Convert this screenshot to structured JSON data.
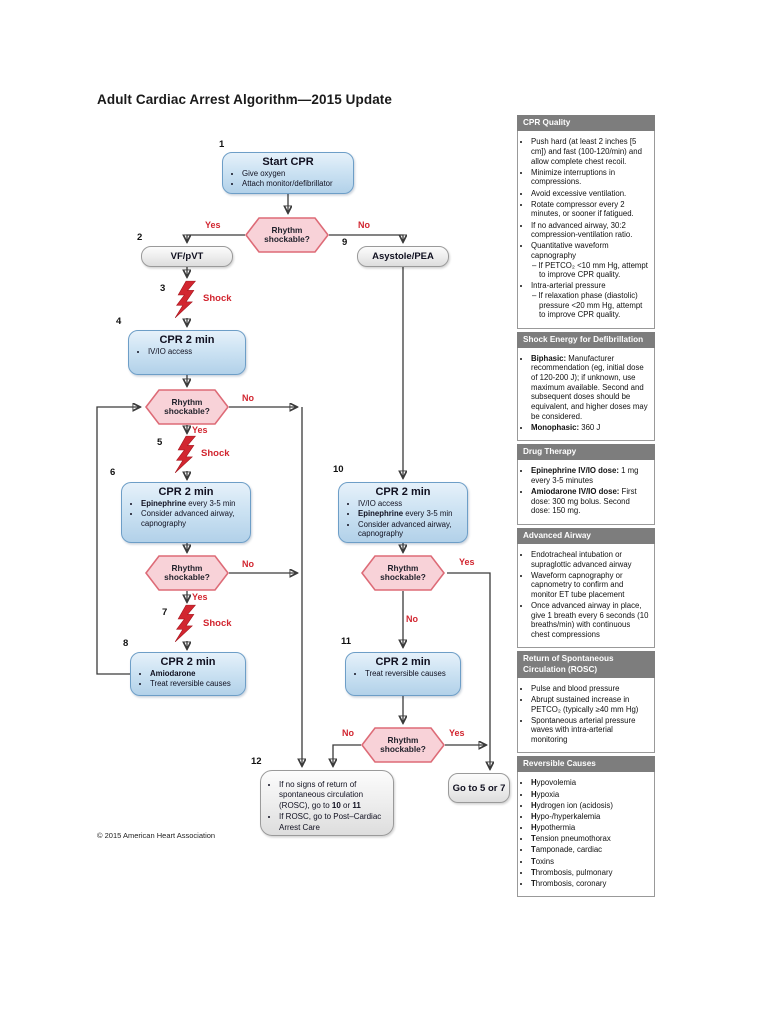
{
  "page": {
    "title": "Adult Cardiac Arrest Algorithm—2015 Update",
    "copyright": "© 2015 American Heart Association"
  },
  "labels": {
    "yes": "Yes",
    "no": "No",
    "shock": "Shock",
    "diamond": "Rhythm shockable?"
  },
  "nodes": {
    "start": {
      "num": "1",
      "title": "Start CPR",
      "bullets": [
        "Give oxygen",
        "Attach monitor/defibrillator"
      ]
    },
    "vfpvt": {
      "num": "2",
      "title": "VF/pVT"
    },
    "shock3": {
      "num": "3"
    },
    "cpr4": {
      "num": "4",
      "title": "CPR 2 min",
      "bullets": [
        "IV/IO access"
      ]
    },
    "shock5": {
      "num": "5"
    },
    "cpr6": {
      "num": "6",
      "title": "CPR 2 min",
      "bullets": [
        "**Epinephrine** every 3-5 min",
        "Consider advanced airway, capnography"
      ]
    },
    "shock7": {
      "num": "7"
    },
    "cpr8": {
      "num": "8",
      "title": "CPR 2 min",
      "bullets": [
        "**Amiodarone**",
        "Treat reversible causes"
      ]
    },
    "asystole": {
      "num": "9",
      "title": "Asystole/PEA"
    },
    "cpr10": {
      "num": "10",
      "title": "CPR 2 min",
      "bullets": [
        "IV/IO access",
        "**Epinephrine** every 3-5 min",
        "Consider advanced airway, capnography"
      ]
    },
    "cpr11": {
      "num": "11",
      "title": "CPR 2 min",
      "bullets": [
        "Treat reversible causes"
      ]
    },
    "outcome12": {
      "num": "12",
      "bullets": [
        "If no signs of return of spontaneous circulation (ROSC), go to **10** or **11**",
        "If ROSC, go to Post–Cardiac Arrest Care"
      ]
    },
    "goto57": {
      "title": "Go to 5 or 7"
    }
  },
  "sidebar": {
    "sections": [
      {
        "title": "CPR Quality",
        "items": [
          {
            "text": "Push hard (at least 2 inches [5 cm]) and fast (100-120/min) and allow complete chest recoil."
          },
          {
            "text": "Minimize interruptions in compressions."
          },
          {
            "text": "Avoid excessive ventilation."
          },
          {
            "text": "Rotate compressor every 2 minutes, or sooner if fatigued."
          },
          {
            "text": "If no advanced airway, 30:2 compression-ventilation ratio."
          },
          {
            "text": "Quantitative waveform capnography",
            "sub": [
              "If PETCO₂ <10 mm Hg, attempt to improve CPR quality."
            ]
          },
          {
            "text": "Intra-arterial pressure",
            "sub": [
              "If relaxation phase (diastolic) pressure <20 mm Hg, attempt to improve CPR quality."
            ]
          }
        ]
      },
      {
        "title": "Shock Energy for Defibrillation",
        "items": [
          {
            "text": "**Biphasic:** Manufacturer recommendation (eg, initial dose of 120-200 J); if unknown, use maximum available. Second and subsequent doses should be equivalent, and higher doses may be considered."
          },
          {
            "text": "**Monophasic:** 360 J"
          }
        ]
      },
      {
        "title": "Drug Therapy",
        "items": [
          {
            "text": "**Epinephrine IV/IO dose:** 1 mg every 3-5 minutes"
          },
          {
            "text": "**Amiodarone IV/IO dose:** First dose: 300 mg bolus. Second dose: 150 mg."
          }
        ]
      },
      {
        "title": "Advanced Airway",
        "items": [
          {
            "text": "Endotracheal intubation or supraglottic advanced airway"
          },
          {
            "text": "Waveform capnography or capnometry to confirm and monitor ET tube placement"
          },
          {
            "text": "Once advanced airway in place, give 1 breath every 6 seconds (10 breaths/min) with continuous chest compressions"
          }
        ]
      },
      {
        "title": "Return of Spontaneous Circulation (ROSC)",
        "items": [
          {
            "text": "Pulse and blood pressure"
          },
          {
            "text": "Abrupt sustained increase in PETCO₂ (typically ≥40 mm Hg)"
          },
          {
            "text": "Spontaneous arterial pressure waves with intra-arterial monitoring"
          }
        ]
      },
      {
        "title": "Reversible Causes",
        "items": [
          {
            "text": "**H**ypovolemia"
          },
          {
            "text": "**H**ypoxia"
          },
          {
            "text": "**H**ydrogen ion (acidosis)"
          },
          {
            "text": "**H**ypo-/hyperkalemia"
          },
          {
            "text": "**H**ypothermia"
          },
          {
            "text": "**T**ension pneumothorax"
          },
          {
            "text": "**T**amponade, cardiac"
          },
          {
            "text": "**T**oxins"
          },
          {
            "text": "**T**hrombosis, pulmonary"
          },
          {
            "text": "**T**hrombosis, coronary"
          }
        ]
      }
    ]
  },
  "colors": {
    "accent_red": "#d22630",
    "box_blue_border": "#6d9ec7",
    "diamond_fill": "#f8d2d8",
    "diamond_border": "#dd6b77",
    "header_gray": "#7d7d7d"
  }
}
